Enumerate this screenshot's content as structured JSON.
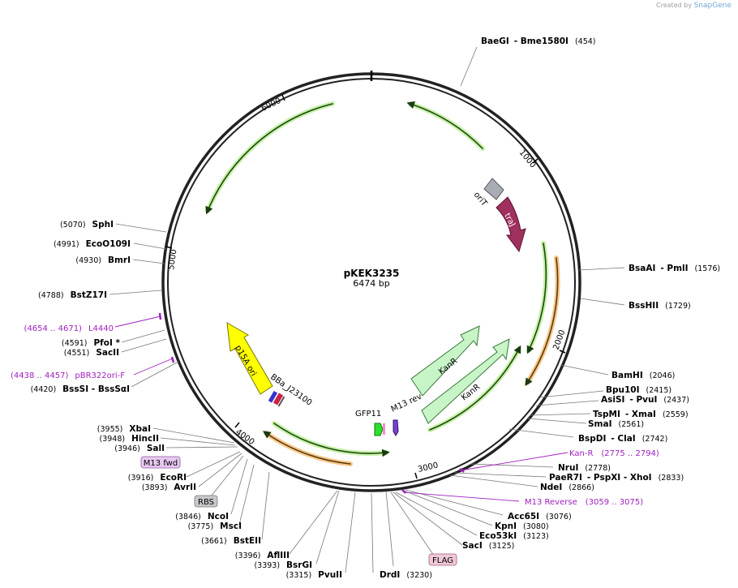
{
  "credit": {
    "prefix": "Created by",
    "brand": "SnapGene"
  },
  "plasmid": {
    "name": "pKEK3235",
    "size": "6474 bp"
  },
  "ticks": [
    "1000",
    "2000",
    "3000",
    "4000",
    "5000",
    "6000"
  ],
  "features": {
    "oriT": "oriT",
    "traJ": "traJ",
    "KanR_1": "KanR",
    "KanR_2": "KanR",
    "p15A": "p15A ori",
    "BBa": "BBa_J23100",
    "GFP11": "GFP11",
    "M13rev": "M13 rev"
  },
  "boxes": {
    "m13fwd": "M13 fwd",
    "rbs": "RBS",
    "flag": "FLAG"
  },
  "sites_right": [
    {
      "name": "BaeGI",
      "name2": "- Bme1580I",
      "pos": "(454)"
    },
    {
      "name": "BsaAI",
      "name2": "- PmlI",
      "pos": "(1576)"
    },
    {
      "name": "BssHII",
      "name2": "",
      "pos": "(1729)"
    },
    {
      "name": "BamHI",
      "name2": "",
      "pos": "(2046)"
    },
    {
      "name": "Bpu10I",
      "name2": "",
      "pos": "(2415)"
    },
    {
      "name": "AsiSI",
      "name2": "- PvuI",
      "pos": "(2437)"
    },
    {
      "name": "TspMI",
      "name2": "- XmaI",
      "pos": "(2559)"
    },
    {
      "name": "SmaI",
      "name2": "",
      "pos": "(2561)"
    },
    {
      "name": "BspDI",
      "name2": "- ClaI",
      "pos": "(2742)"
    },
    {
      "name": "NruI",
      "name2": "",
      "pos": "(2778)"
    },
    {
      "name": "PaeR7I",
      "name2": "- PspXI - XhoI",
      "pos": "(2833)"
    },
    {
      "name": "NdeI",
      "name2": "",
      "pos": "(2866)"
    },
    {
      "name": "Acc65I",
      "name2": "",
      "pos": "(3076)"
    },
    {
      "name": "KpnI",
      "name2": "",
      "pos": "(3080)"
    },
    {
      "name": "Eco53kI",
      "name2": "",
      "pos": "(3123)"
    },
    {
      "name": "SacI",
      "name2": "",
      "pos": "(3125)"
    },
    {
      "name": "DrdI",
      "name2": "",
      "pos": "(3230)"
    }
  ],
  "sites_left": [
    {
      "name": "SphI",
      "pos": "(5070)"
    },
    {
      "name": "EcoO109I",
      "pos": "(4991)"
    },
    {
      "name": "BmrI",
      "pos": "(4930)"
    },
    {
      "name": "BstZ17I",
      "pos": "(4788)"
    },
    {
      "name": "PfoI *",
      "pos": "(4591)"
    },
    {
      "name": "SacII",
      "pos": "(4551)"
    },
    {
      "name": "BssSI - BssSαI",
      "pos": "(4420)"
    },
    {
      "name": "XbaI",
      "pos": "(3955)"
    },
    {
      "name": "HincII",
      "pos": "(3948)"
    },
    {
      "name": "SalI",
      "pos": "(3946)"
    },
    {
      "name": "EcoRI",
      "pos": "(3916)"
    },
    {
      "name": "AvrII",
      "pos": "(3893)"
    },
    {
      "name": "NcoI",
      "pos": "(3846)"
    },
    {
      "name": "MscI",
      "pos": "(3775)"
    },
    {
      "name": "BstEII",
      "pos": "(3661)"
    },
    {
      "name": "AflIII",
      "pos": "(3396)"
    },
    {
      "name": "BsrGI",
      "pos": "(3393)"
    },
    {
      "name": "PvuII",
      "pos": "(3315)"
    }
  ],
  "primers": [
    {
      "name": "L4440",
      "range": "(4654 .. 4671)"
    },
    {
      "name": "pBR322ori-F",
      "range": "(4438 .. 4457)"
    },
    {
      "name": "Kan-R",
      "range": "(2775 .. 2794)"
    },
    {
      "name": "M13 Reverse",
      "range": "(3059 .. 3075)"
    }
  ]
}
